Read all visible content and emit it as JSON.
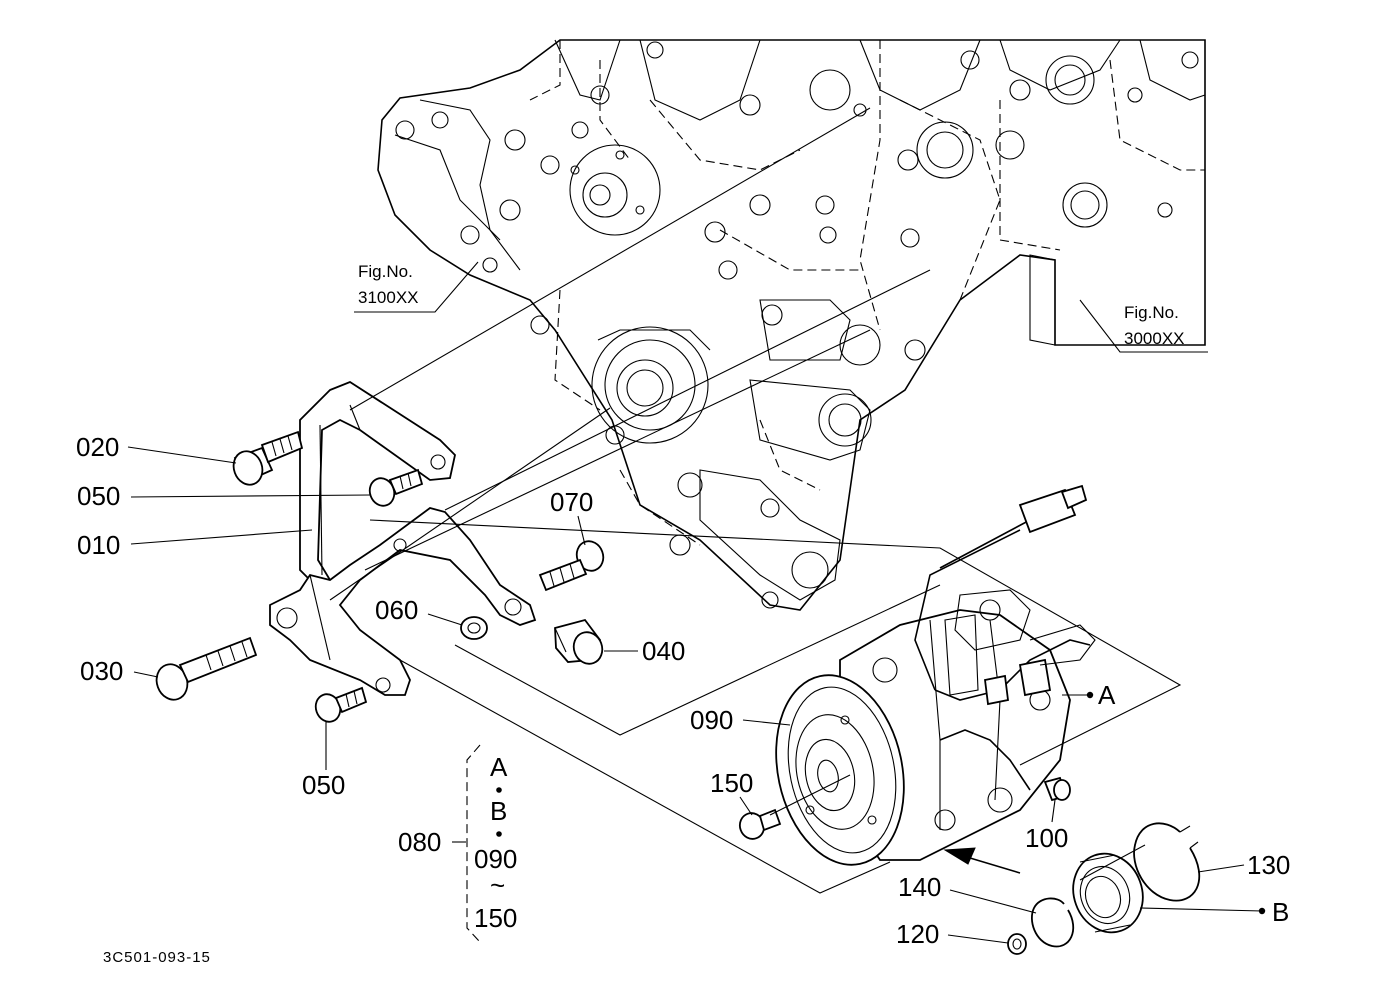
{
  "figure_refs": [
    {
      "line1": "Fig.No.",
      "line2": "3100XX"
    },
    {
      "line1": "Fig.No.",
      "line2": "3000XX"
    }
  ],
  "callouts": {
    "c020": "020",
    "c050a": "050",
    "c010": "010",
    "c030": "030",
    "c050b": "050",
    "c070": "070",
    "c060": "060",
    "c040": "040",
    "c090": "090",
    "c150": "150",
    "c100": "100",
    "c130": "130",
    "c140": "140",
    "c120": "120",
    "cA": "A",
    "cB": "B"
  },
  "group": {
    "number": "080",
    "items": [
      "A",
      "B",
      "090",
      "150"
    ],
    "range_symbol": "~"
  },
  "drawing_code": "3C501-093-15"
}
